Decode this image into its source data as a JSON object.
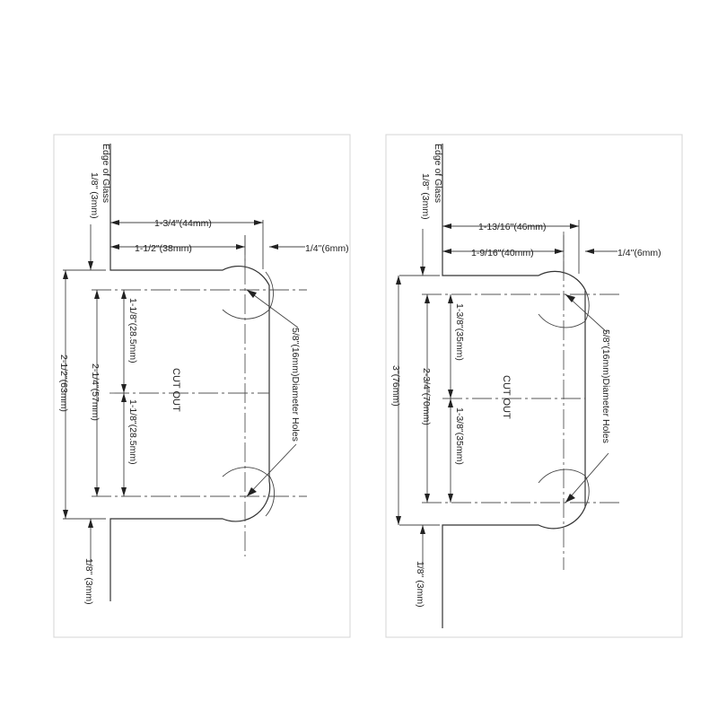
{
  "left": {
    "edge_of_glass": "Edge of Glass",
    "top_gap": "1/8\" (3mm)",
    "width_outer": "1-3/4\"(44mm)",
    "width_inner": "1-1/2\"(38mm)",
    "offset": "1/4\"(6mm)",
    "holes": "5/8\"(16mm)Diameter Holes",
    "height_total": "2-1/2\"(63mm)",
    "height_mid": "2-1/4\"(57mm)",
    "upper_half": "1-1/8\"(28.5mm)",
    "lower_half": "1-1/8\"(28.5mm)",
    "cutout": "CUT OUT",
    "bottom_gap": "1/8\" (3mm)"
  },
  "right": {
    "edge_of_glass": "Edge of Glass",
    "top_gap": "1/8\" (3mm)",
    "width_outer": "1-13/16\"(46mm)",
    "width_inner": "1-9/16\"(40mm)",
    "offset": "1/4\"(6mm)",
    "holes": "5/8\"(16mm)Diameter Holes",
    "height_total": "3\"(76mm)",
    "height_mid": "2-3/4\"(70mm)",
    "upper_half": "1-3/8\"(35mm)",
    "lower_half": "1-3/8\"(35mm)",
    "cutout": "CUT OUT",
    "bottom_gap": "1/8\" (3mm)"
  }
}
